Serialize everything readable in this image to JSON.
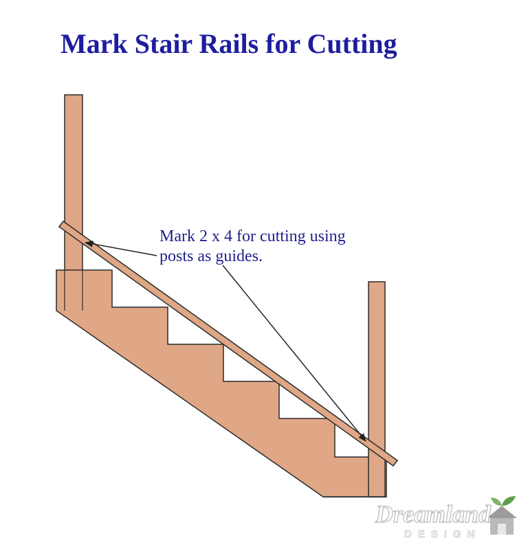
{
  "title": "Mark Stair Rails for Cutting",
  "annotation": {
    "line1": "Mark 2 x 4 for cutting using",
    "line2": "posts as guides."
  },
  "watermark": {
    "word1": "Dreamland",
    "word2": "DESIGN"
  },
  "colors": {
    "wood": "#dfa786",
    "outline": "#2a2a2a",
    "title": "#1d1d9f",
    "annotation": "#1f1f8a"
  },
  "icons": [
    "arrow-icon",
    "house-logo-icon"
  ]
}
